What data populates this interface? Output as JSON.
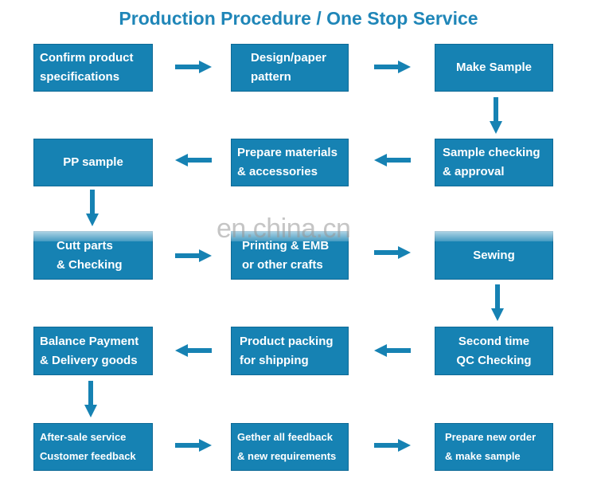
{
  "title": "Production Procedure / One Stop Service",
  "watermark": "en.china.cn",
  "colors": {
    "box": "#1682b3",
    "arrow": "#1682b3",
    "title": "#1f86b8"
  },
  "steps": [
    {
      "lines": [
        "Confirm product",
        "specifications"
      ]
    },
    {
      "lines": [
        "Design/paper",
        "pattern"
      ]
    },
    {
      "lines": [
        "Make Sample"
      ]
    },
    {
      "lines": [
        "Sample checking",
        "& approval"
      ]
    },
    {
      "lines": [
        "Prepare materials",
        "& accessories"
      ]
    },
    {
      "lines": [
        "PP sample"
      ]
    },
    {
      "lines": [
        "Cutt parts",
        "& Checking"
      ]
    },
    {
      "lines": [
        "Printing & EMB",
        "or other crafts"
      ]
    },
    {
      "lines": [
        "Sewing"
      ]
    },
    {
      "lines": [
        "Second time",
        "QC Checking"
      ]
    },
    {
      "lines": [
        "Product packing",
        "for shipping"
      ]
    },
    {
      "lines": [
        "Balance Payment",
        "& Delivery goods"
      ]
    },
    {
      "lines": [
        "After-sale service",
        "Customer feedback"
      ]
    },
    {
      "lines": [
        "Gether all feedback",
        "& new requirements"
      ]
    },
    {
      "lines": [
        "Prepare new order",
        "& make sample"
      ]
    }
  ]
}
